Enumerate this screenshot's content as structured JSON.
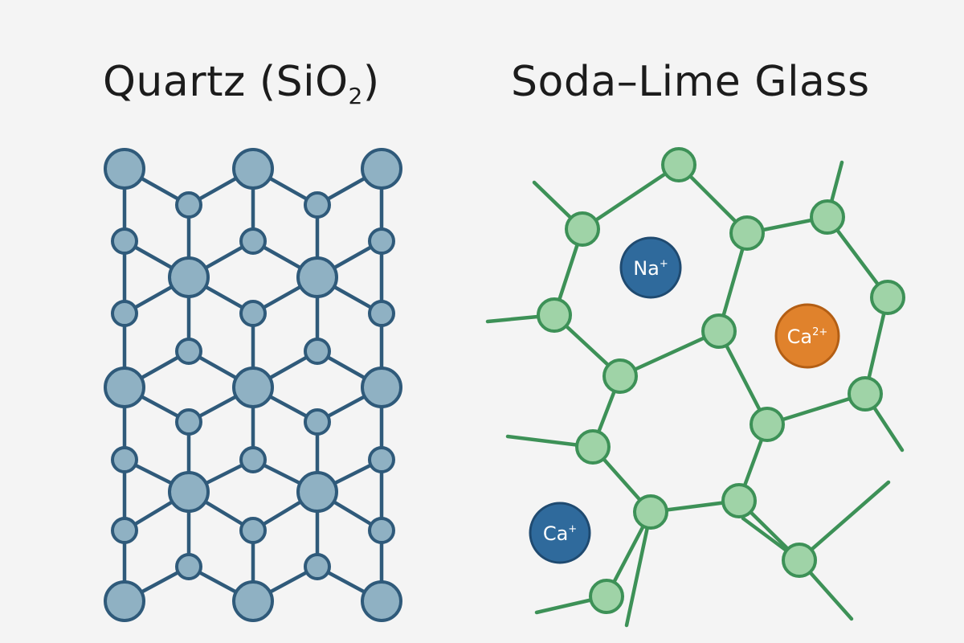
{
  "titles": {
    "quartz": {
      "text": "Quartz (SiO",
      "subscript": "2",
      "close": ")"
    },
    "glass": "Soda–Lime Glass"
  },
  "ions": [
    {
      "symbol": "Na",
      "charge": "+",
      "color": "#2f6a9c",
      "name": "sodium-ion"
    },
    {
      "symbol": "Ca",
      "charge": "2+",
      "color": "#e0822c",
      "name": "calcium-ion"
    },
    {
      "symbol": "Ca",
      "charge": "+",
      "color": "#2f6a9c",
      "name": "calcium-ion-lower"
    }
  ],
  "colors": {
    "background": "#f4f4f4",
    "quartz_atom": "#8fb1c3",
    "quartz_bond": "#2f5a7a",
    "glass_atom": "#9fd3a7",
    "glass_bond": "#3d9157"
  }
}
